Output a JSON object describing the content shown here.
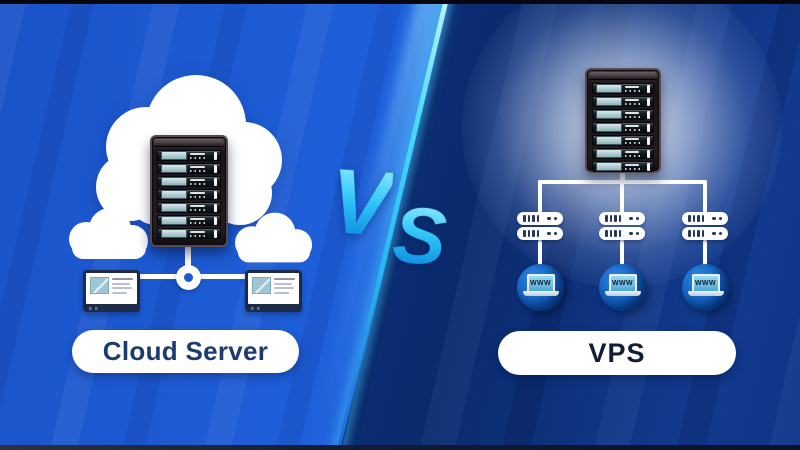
{
  "left_section": {
    "label": "Cloud Server",
    "icons": {
      "main_cloud": "cloud-icon",
      "small_cloud_left": "cloud-icon",
      "small_cloud_right": "cloud-icon",
      "server": "server-rack-icon",
      "client_left": "monitor-icon",
      "client_right": "monitor-icon",
      "hub": "network-junction-icon"
    }
  },
  "divider": {
    "vs_v": "V",
    "vs_s": "S"
  },
  "right_section": {
    "label": "VPS",
    "icons": {
      "server": "server-rack-icon",
      "nodes": "mini-server-icon",
      "clients": "www-laptop-icon"
    },
    "nodes": [
      {
        "client_label": "WWW"
      },
      {
        "client_label": "WWW"
      },
      {
        "client_label": "WWW"
      }
    ]
  },
  "colors": {
    "left_background": "#1e5ed8",
    "right_background": "#0b2c72",
    "divider_streak": "#35d4ff",
    "vs_gradient_top": "#8deaff",
    "vs_gradient_bottom": "#0c86dd",
    "label_pill_background": "#ffffff",
    "cloud_server_label_color": "#1c3c70",
    "vps_label_color": "#111e38",
    "connector_color": "#ffffff"
  }
}
